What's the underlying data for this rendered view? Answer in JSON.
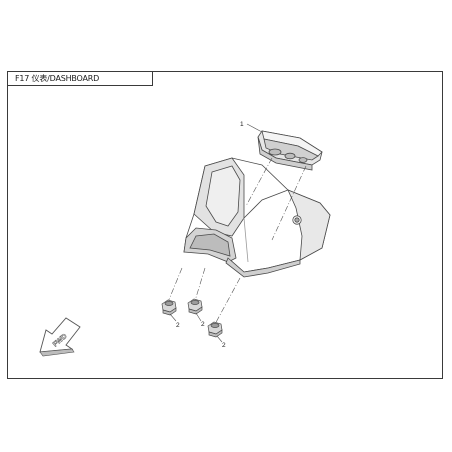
{
  "diagram": {
    "title": "F17 仪表/DASHBOARD",
    "callouts": {
      "part_1": "1",
      "part_2a": "2",
      "part_2b": "2",
      "part_2c": "2"
    },
    "direction_label": "FWD"
  },
  "colors": {
    "line": "#4a4a4a",
    "shade": "#c8c8c8",
    "frame": "#3a3a3a"
  },
  "icons": {
    "direction": "fwd-arrow-icon"
  }
}
